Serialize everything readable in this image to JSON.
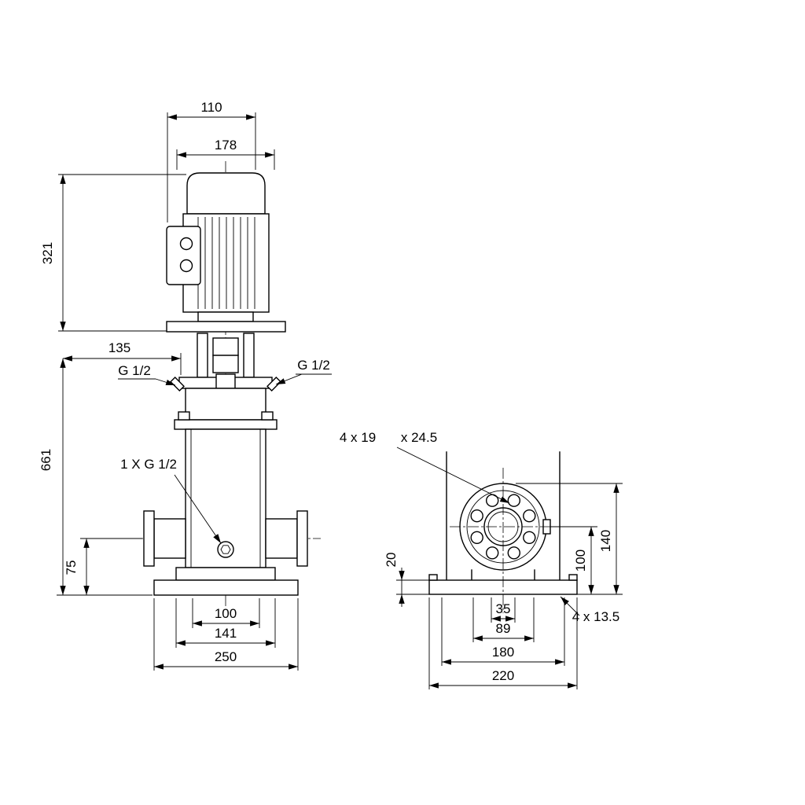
{
  "colors": {
    "background": "#ffffff",
    "line": "#000000"
  },
  "front": {
    "dim_110": "110",
    "dim_178": "178",
    "dim_321": "321",
    "dim_135": "135",
    "dim_661": "661",
    "plug_left": "G 1/2",
    "plug_right": "G 1/2",
    "drain": "1 X G 1/2",
    "dim_75": "75",
    "dim_100": "100",
    "dim_141": "141",
    "dim_250": "250"
  },
  "side": {
    "flange_holes": "4 x 19",
    "flange_counterbore": "x 24.5",
    "dim_20": "20",
    "dim_100": "100",
    "dim_140": "140",
    "dim_35": "35",
    "dim_89": "89",
    "dim_180": "180",
    "dim_220": "220",
    "base_holes": "4 x 13.5"
  }
}
